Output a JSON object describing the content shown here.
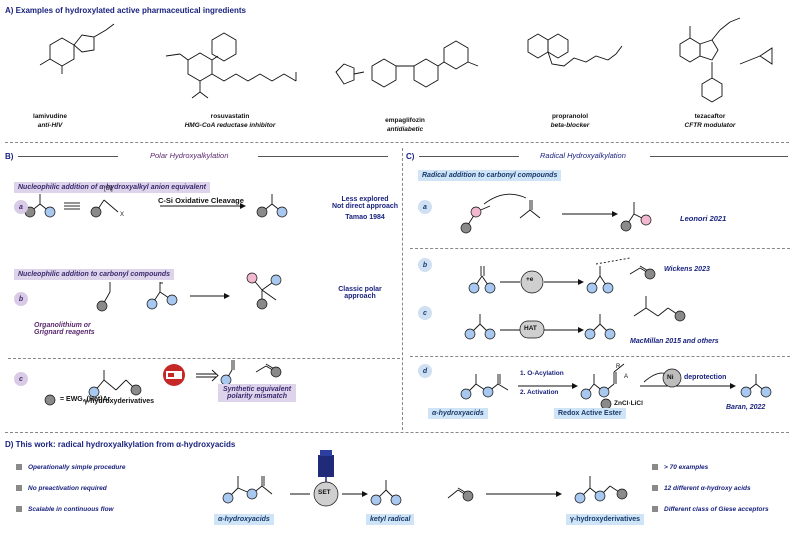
{
  "sectionA": {
    "title": "A) Examples of hydroxylated active pharmaceutical ingredients",
    "drugs": [
      {
        "name": "lamivudine",
        "use": "anti-HIV"
      },
      {
        "name": "rosuvastatin",
        "use": "HMG-CoA reductase inhibitor"
      },
      {
        "name": "empaglifozin",
        "use": "antidiabetic"
      },
      {
        "name": "propranolol",
        "use": "beta-blocker"
      },
      {
        "name": "tezacaftor",
        "use": "CFTR modulator"
      }
    ]
  },
  "sectionB": {
    "title": "B)",
    "heading": "Polar Hydroxyalkylation",
    "banner1": "Nucleophilic addition of α-hydroxyalkyl anion equivalent",
    "cleavage": "C-Si Oxidative Cleavage",
    "note1_line1": "Less explored",
    "note1_line2": "Not direct approach",
    "note1_ref": "Tamao 1984",
    "banner2": "Nucleophilic addition to carbonyl compounds",
    "reagents_line1": "Organolithium or",
    "reagents_line2": "Grignard reagents",
    "note2_line1": "Classic polar",
    "note2_line2": "approach",
    "c_label": "γ-hydroxyderivatives",
    "c_legend": "= EWG, (Het)Ar",
    "synth_line1": "Synthetic equivalent",
    "synth_line2": "polarity mismatch",
    "letters": [
      "a",
      "b",
      "c"
    ],
    "si": "[Si]",
    "x": "X"
  },
  "sectionC": {
    "title": "C)",
    "heading": "Radical Hydroxyalkylation",
    "banner1": "Radical addition to carbonyl compounds",
    "ref_a": "Leonori 2021",
    "ref_b": "Wickens 2023",
    "hat": "HAT",
    "ref_c": "MacMillan 2015 and others",
    "step1": "1. O-Acylation",
    "step2": "2. Activation",
    "ni": "Ni",
    "zn": "ZnCl·LiCl",
    "deprotection": "deprotection",
    "acids": "α-hydroxyacids",
    "ester": "Redox Active Ester",
    "ref_d": "Baran, 2022",
    "letters": [
      "a",
      "b",
      "c",
      "d"
    ],
    "electron": "+e",
    "r_label": "R",
    "a_label": "A"
  },
  "sectionD": {
    "title": "D) This work: radical hydroxyalkylation from α-hydroxyacids",
    "left_bullets": [
      "Operationally simple procedure",
      "No preactivation required",
      "Scalable in continuous flow"
    ],
    "right_bullets": [
      "> 70 examples",
      "12 different α-hydroxy acids",
      "Different class of Giese acceptors"
    ],
    "acids": "α-hydroxyacids",
    "set": "SET",
    "ketyl": "ketyl radical",
    "products": "γ-hydroxyderivatives"
  },
  "colors": {
    "purple_banner": "#ddd3ea",
    "blue_banner": "#cfe4f6",
    "blue_circle": "#a9c8ef",
    "pink_circle": "#f2b8d0",
    "grey_circle": "#8a8a8a"
  }
}
